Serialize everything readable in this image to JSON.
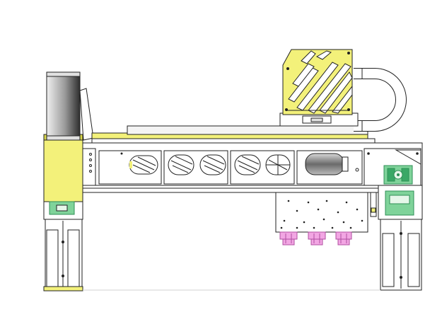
{
  "colors": {
    "background": "#ffffff",
    "outline": "#222222",
    "yellow": "#f3f17a",
    "yellow_dark": "#d8d64a",
    "green": "#7fd39a",
    "green_dark": "#2f8f57",
    "pink": "#f2a6e3",
    "pink_dark": "#b04fa0",
    "metal_light": "#f2f2f2",
    "metal_dark": "#4a4a4a"
  },
  "components": {
    "left_column": "left-support-column",
    "right_column": "right-support-column",
    "roller": "drive-roller",
    "beam": "main-gantry-beam",
    "guard": "yellow-safety-guard",
    "cable_chain": "cable-carrier",
    "motor": "green-servo-motor",
    "connectors": "pink-connectors",
    "screw_windows": "ball-screw-windows"
  }
}
